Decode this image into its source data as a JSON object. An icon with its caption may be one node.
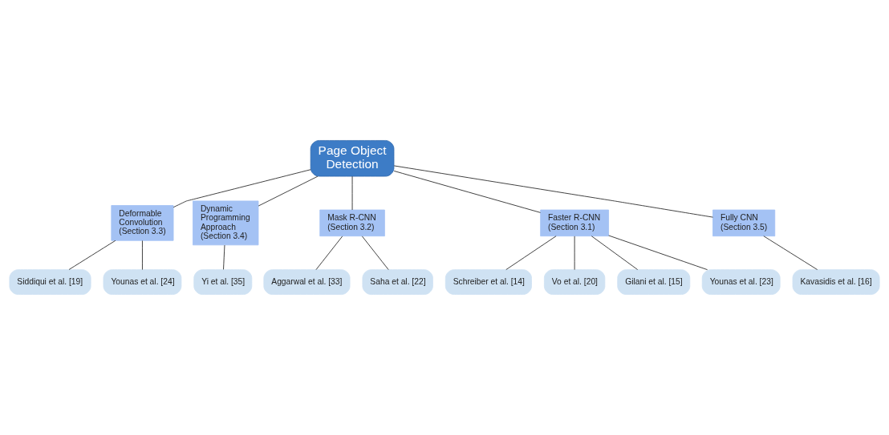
{
  "diagram": {
    "nodes": [
      {
        "text": [
          "Page Object Detection"
        ]
      },
      {
        "text": [
          "Deformable Convolution (Section 3.3)"
        ]
      },
      {
        "text": [
          "Dynamic Programming Approach (Section 3.4)"
        ]
      },
      {
        "text": [
          "Mask R-CNN (Section 3.2)"
        ]
      },
      {
        "text": [
          "Faster R-CNN (Section 3.1)"
        ]
      },
      {
        "text": [
          "Fully CNN (Section 3.5)"
        ]
      },
      {
        "text": [
          "Siddiqui et al. [19]"
        ]
      },
      {
        "text": [
          "Younas et al. [24]"
        ]
      },
      {
        "text": [
          "Yi et al. [35]"
        ]
      },
      {
        "text": [
          "Aggarwal et al. [33]"
        ]
      },
      {
        "text": [
          "Saha et al. [22]"
        ]
      },
      {
        "text": [
          "Schreiber et al. [14]"
        ]
      },
      {
        "text": [
          "Vo et al. [20]"
        ]
      },
      {
        "text": [
          "Gilani et al. [15]"
        ]
      },
      {
        "text": [
          "Younas et al. [23]"
        ]
      },
      {
        "text": [
          "Kavasidis et al. [16]"
        ]
      }
    ],
    "edges": [
      {
        "from": 0,
        "to": 1,
        "arrow": "none"
      },
      {
        "from": 0,
        "to": 2,
        "arrow": "none"
      },
      {
        "from": 0,
        "to": 3,
        "arrow": "none"
      },
      {
        "from": 0,
        "to": 4,
        "arrow": "none"
      },
      {
        "from": 0,
        "to": 5,
        "arrow": "none"
      },
      {
        "from": 1,
        "to": 6,
        "arrow": "none"
      },
      {
        "from": 1,
        "to": 7,
        "arrow": "none"
      },
      {
        "from": 2,
        "to": 8,
        "arrow": "none"
      },
      {
        "from": 3,
        "to": 9,
        "arrow": "none"
      },
      {
        "from": 3,
        "to": 10,
        "arrow": "none"
      },
      {
        "from": 4,
        "to": 11,
        "arrow": "none"
      },
      {
        "from": 4,
        "to": 12,
        "arrow": "none"
      },
      {
        "from": 4,
        "to": 13,
        "arrow": "none"
      },
      {
        "from": 4,
        "to": 14,
        "arrow": "none"
      },
      {
        "from": 5,
        "to": 15,
        "arrow": "none"
      }
    ]
  }
}
